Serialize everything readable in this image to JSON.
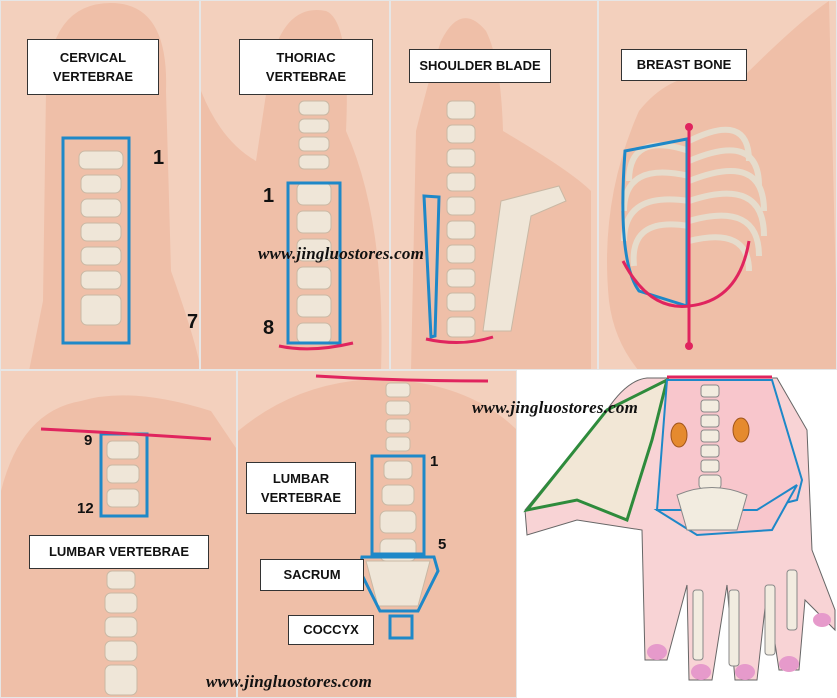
{
  "panels": {
    "cervical": {
      "label": "CERVICAL VERTEBRAE",
      "start_num": "1",
      "end_num": "7"
    },
    "thoracic": {
      "label": "THORIAC VERTEBRAE",
      "start_num": "1",
      "end_num": "8"
    },
    "shoulder": {
      "label": "SHOULDER BLADE"
    },
    "breast": {
      "label": "BREAST BONE"
    },
    "lumbar_low": {
      "label": "LUMBAR VERTEBRAE",
      "start_num": "9",
      "end_num": "12"
    },
    "lumbar_sacrum": {
      "lumbar_label": "LUMBAR VERTEBRAE",
      "start_num": "1",
      "end_num": "5",
      "sacrum_label": "SACRUM",
      "coccyx_label": "COCCYX"
    },
    "hand_map": {}
  },
  "watermark": "www.jingluostores.com",
  "colors": {
    "outline_blue": "#1e88c8",
    "curve_pink": "#e0245e",
    "skin": "#f3d0bd",
    "bone": "#efe6d8"
  }
}
